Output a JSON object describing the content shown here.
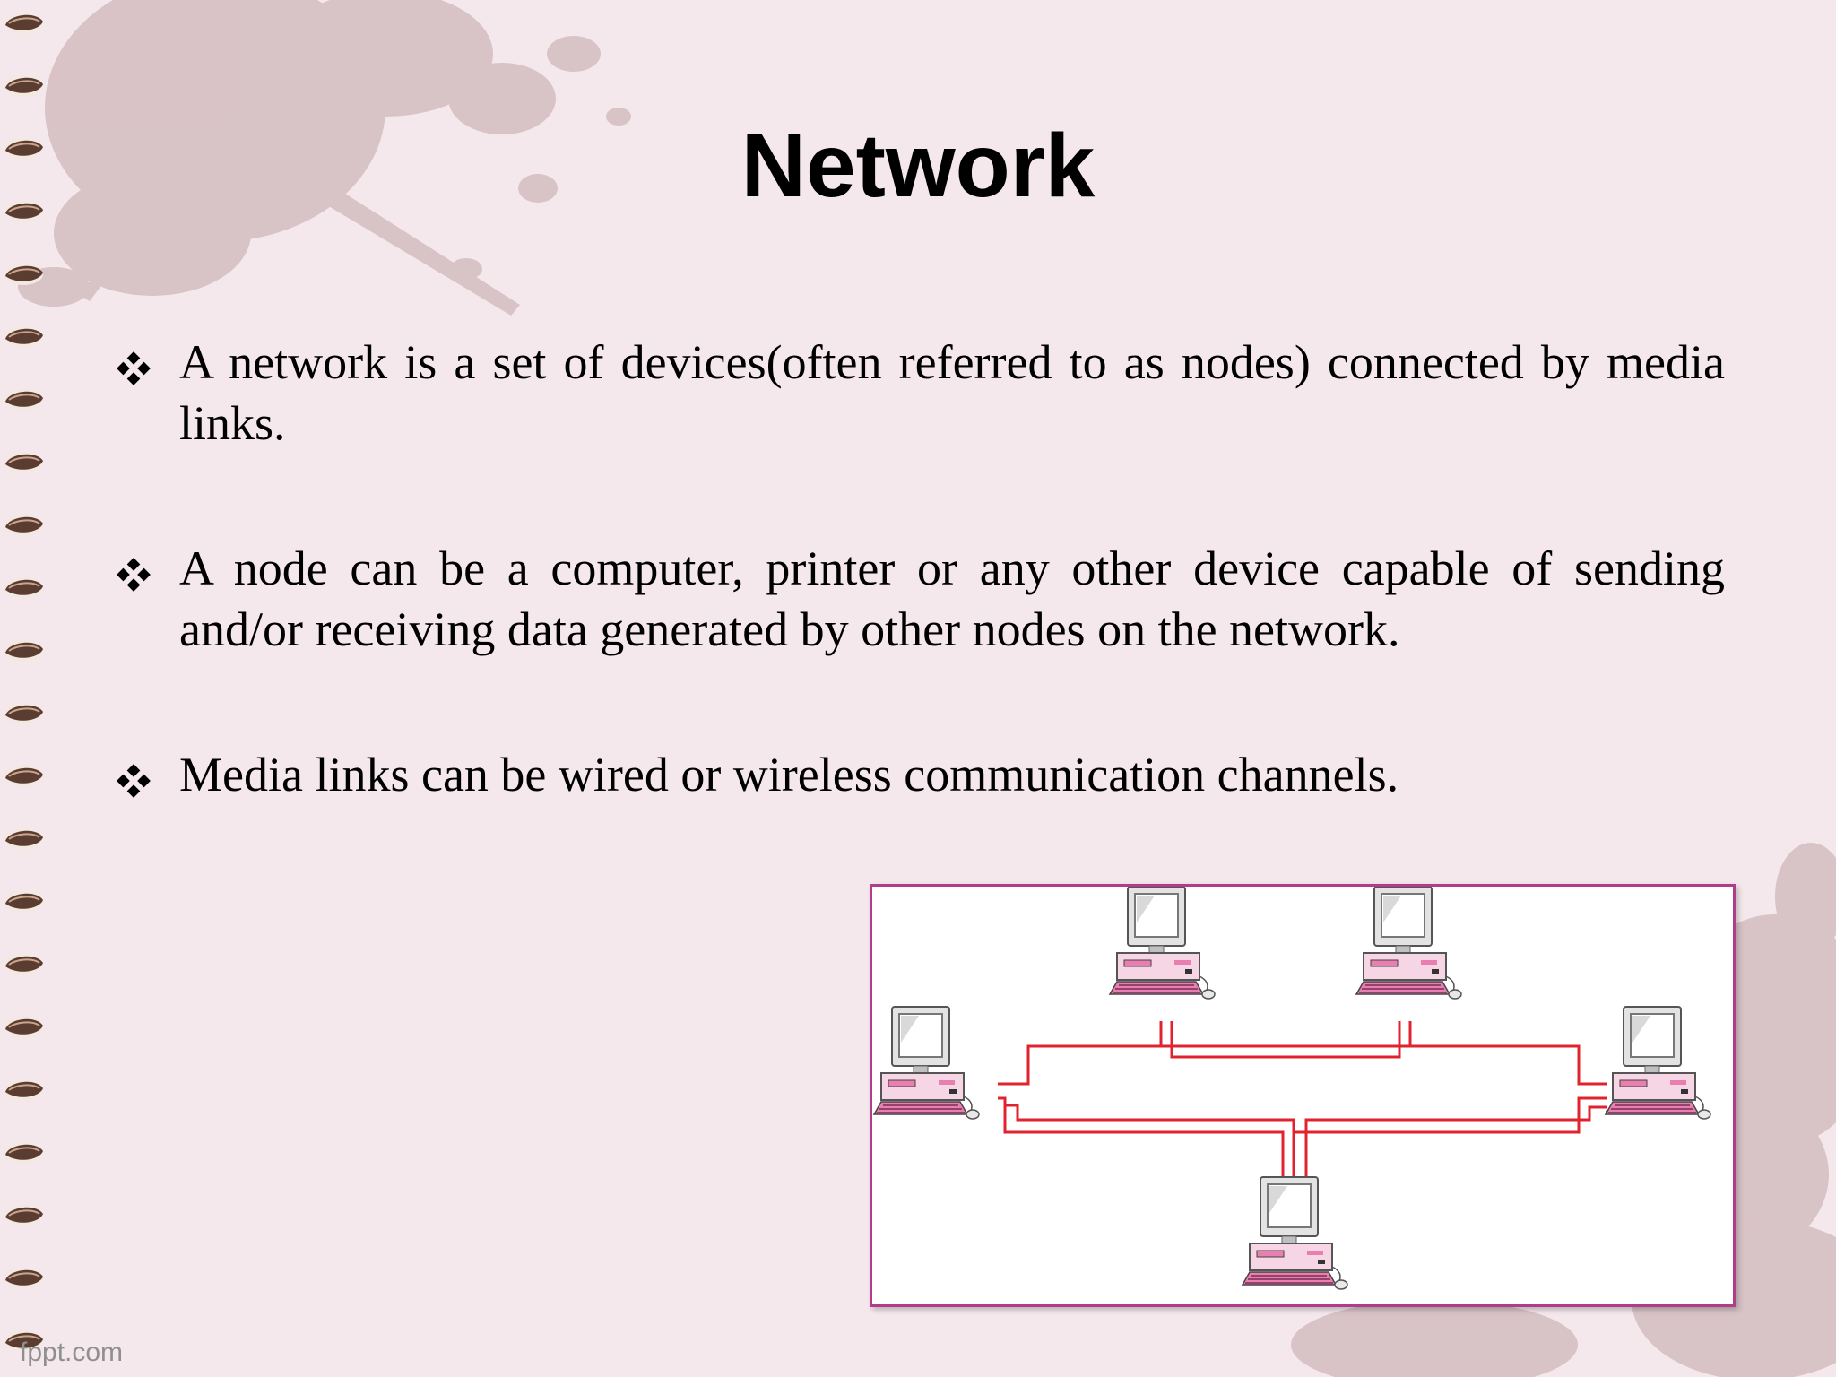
{
  "slide": {
    "title": "Network",
    "bullets": [
      {
        "text": "A network is a set of devices(often referred to as nodes) connected by media links."
      },
      {
        "text": "A node can be a computer, printer or any other device capable of sending and/or receiving data generated by other nodes on the network."
      },
      {
        "text": "Media links can be wired or wireless communication channels."
      }
    ],
    "bullet_icon": "four-diamond-bullet-icon",
    "diagram": {
      "nodes": [
        "computer-top-left",
        "computer-top-right",
        "computer-left",
        "computer-right",
        "computer-bottom"
      ],
      "link_color": "#e0232e"
    },
    "watermark": "fppt.com"
  },
  "colors": {
    "background": "#f5e8ec",
    "splatter": "#cfb7ba",
    "diagram_border": "#b03c8a",
    "computer_pink": "#e87fb0"
  }
}
